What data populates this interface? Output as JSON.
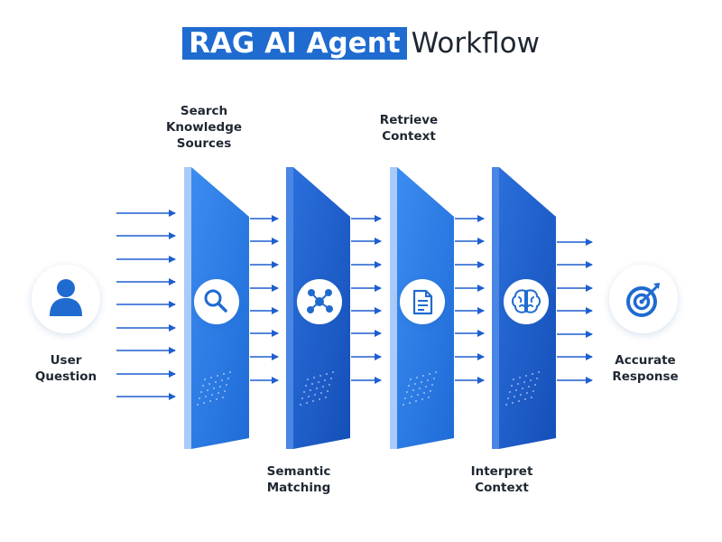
{
  "title": {
    "highlight": "RAG AI Agent",
    "rest": "Workflow"
  },
  "nodes": {
    "user": {
      "lines": [
        "User",
        "Question"
      ],
      "icon": "user-icon"
    },
    "response": {
      "lines": [
        "Accurate",
        "Response"
      ],
      "icon": "target-icon"
    }
  },
  "stages": [
    {
      "lines": [
        "Search",
        "Knowledge",
        "Sources"
      ],
      "icon": "search-icon"
    },
    {
      "lines": [
        "Semantic",
        "Matching"
      ],
      "icon": "network-icon"
    },
    {
      "lines": [
        "Retrieve",
        "Context"
      ],
      "icon": "document-icon"
    },
    {
      "lines": [
        "Interpret",
        "Context"
      ],
      "icon": "brain-icon"
    }
  ],
  "colors": {
    "accent": "#1f6bd0",
    "panel_light": "#2b7be6",
    "panel_dark": "#1857c2",
    "arrow": "#1e5fcf",
    "text": "#1f2733"
  }
}
